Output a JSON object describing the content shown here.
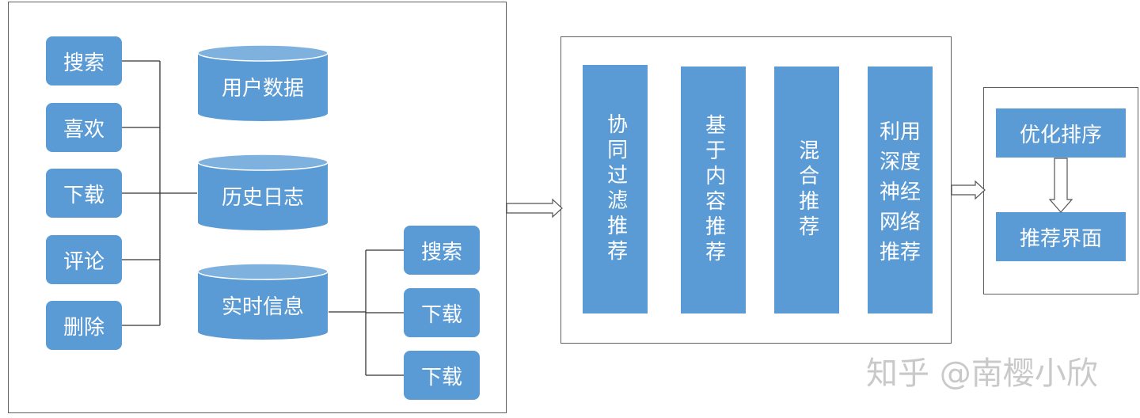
{
  "panel_input": {
    "actions": [
      "搜索",
      "喜欢",
      "下载",
      "评论",
      "删除"
    ],
    "databases": [
      "用户数据",
      "历史日志",
      "实时信息"
    ],
    "realtime_actions": [
      "搜索",
      "下载",
      "下载"
    ]
  },
  "panel_algorithms": {
    "items": [
      "协同过滤推荐",
      "基于内容推荐",
      "混合推荐",
      "利用深度神经网络推荐"
    ]
  },
  "panel_output": {
    "rank": "优化排序",
    "ui": "推荐界面"
  },
  "watermark": "知乎 @南樱小欣",
  "colors": {
    "box": "#5b9bd5",
    "border": "#5f5f5f",
    "line": "#333333"
  }
}
